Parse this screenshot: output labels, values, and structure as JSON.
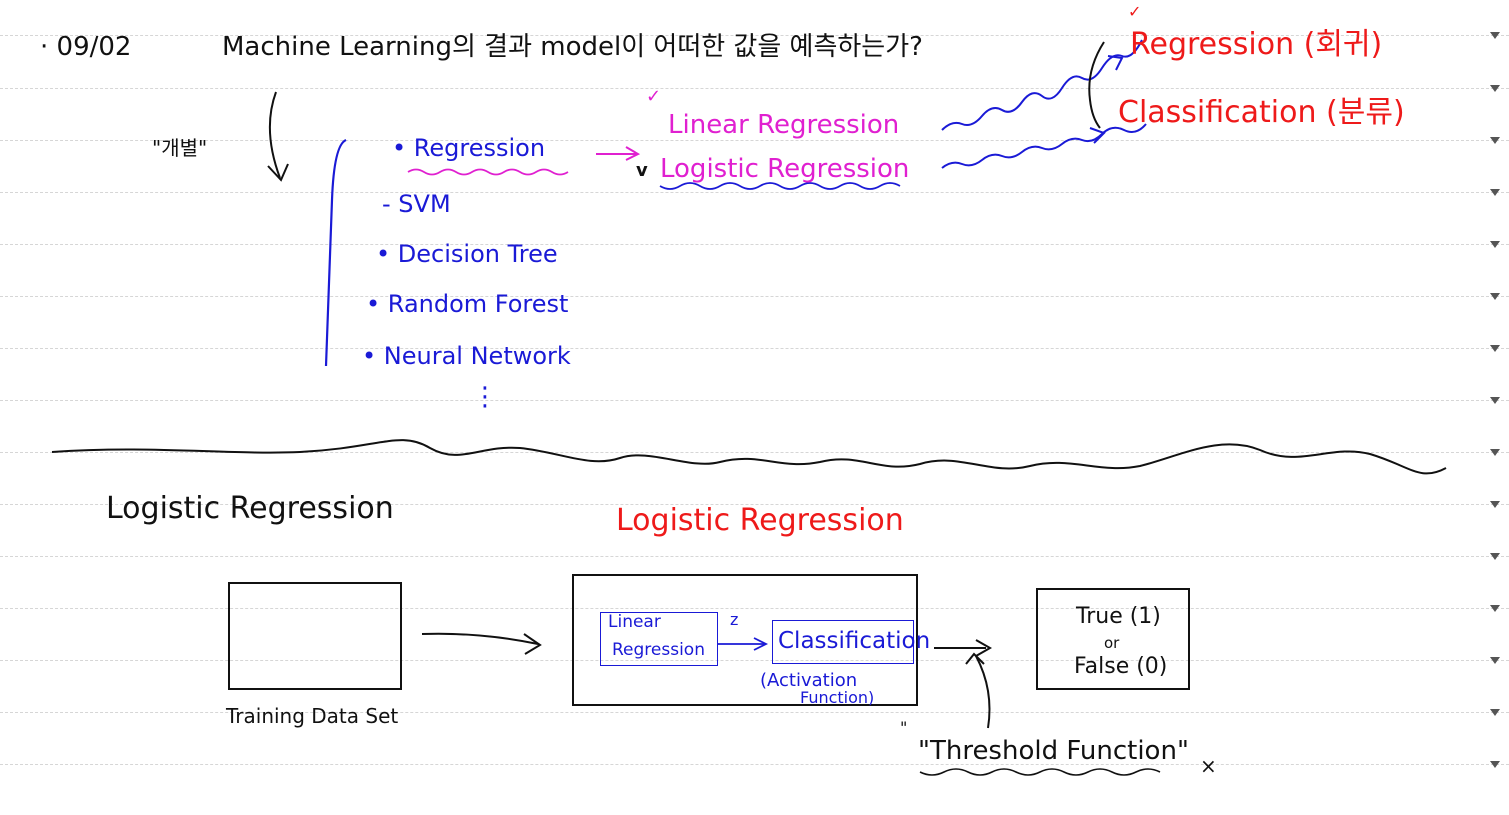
{
  "note": {
    "date": "· 09/02",
    "question": "Machine Learning의 결과 model이 어떠한 값을 예측하는가?",
    "korean_quote": "\"개별\"",
    "algorithms": [
      "Regression",
      "SVM",
      "Decision Tree",
      "Random Forest",
      "Neural Network"
    ],
    "ellipsis": "⋮",
    "linear_regression": "Linear Regression",
    "logistic_regression": "Logistic Regression",
    "check_mark": "✓",
    "check_mark_v": "v",
    "outputs": {
      "regression": "Regression (회귀)",
      "classification": "Classification (분류)"
    },
    "section_title": "Logistic Regression",
    "diagram": {
      "title": "Logistic Regression",
      "training_label": "Training Data Set",
      "inner_linear": [
        "Linear",
        "Regression"
      ],
      "z_label": "z",
      "inner_classification": "Classification",
      "activation_label": [
        "(Activation",
        "Function)"
      ],
      "result_true": "True (1)",
      "result_or": "or",
      "result_false": "False (0)",
      "threshold_label": "\"Threshold Function\"",
      "x_mark": "×",
      "open_quote": "\""
    }
  },
  "colors": {
    "ink_black": "#111111",
    "ink_blue": "#1a1ad6",
    "ink_magenta": "#e020d0",
    "ink_red": "#ee1a1a",
    "ruled_line": "#d6d6d6"
  }
}
